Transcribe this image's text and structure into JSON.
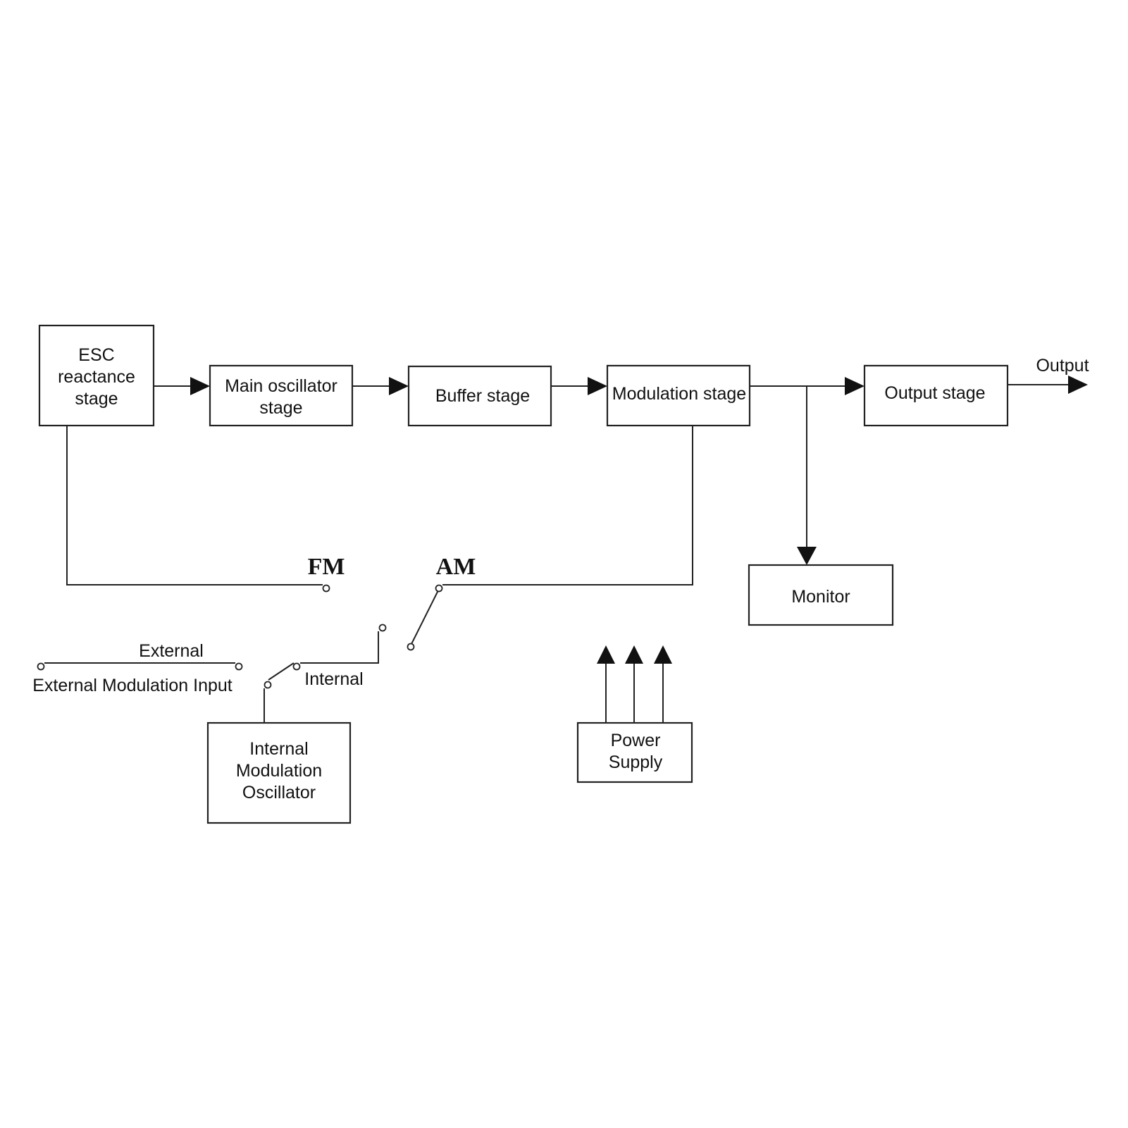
{
  "blocks": {
    "esc": [
      "ESC",
      "reactance",
      "stage"
    ],
    "main_osc": [
      "Main oscillator",
      "stage"
    ],
    "buffer": [
      "Buffer stage"
    ],
    "modulation": [
      "Modulation stage"
    ],
    "output_stage": [
      "Output stage"
    ],
    "monitor": [
      "Monitor"
    ],
    "int_mod_osc": [
      "Internal",
      "Modulation",
      "Oscillator"
    ],
    "power": [
      "Power",
      "Supply"
    ]
  },
  "labels": {
    "output": "Output",
    "fm": "FM",
    "am": "AM",
    "external": "External",
    "ext_mod_input": "External Modulation Input",
    "internal": "Internal"
  }
}
